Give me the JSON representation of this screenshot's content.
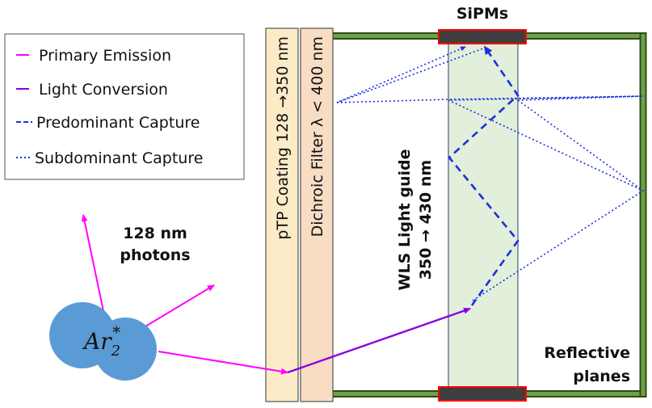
{
  "legend": {
    "items": [
      {
        "label": "Primary Emission",
        "color": "#ff00ff",
        "style": "solid"
      },
      {
        "label": "Light Conversion",
        "color": "#8a00e0",
        "style": "solid"
      },
      {
        "label": "Predominant Capture",
        "color": "#1b2fe0",
        "style": "dashed"
      },
      {
        "label": "Subdominant Capture",
        "color": "#1b2fe0",
        "style": "dotted"
      }
    ]
  },
  "labels": {
    "sipms": "SiPMs",
    "photons_line1": "128 nm",
    "photons_line2": "photons",
    "ptp_coating": "pTP Coating 128 →350 nm",
    "dichroic_filter": "Dichroic Filter λ < 400 nm",
    "wls_line1": "WLS Light guide",
    "wls_line2": "350 → 430 nm",
    "reflective_line1": "Reflective",
    "reflective_line2": "planes",
    "molecule_base": "Ar",
    "molecule_sub": "2",
    "molecule_sup": "*"
  },
  "colors": {
    "primary_emission": "#ff00ff",
    "light_conversion": "#8a00e0",
    "capture": "#1b2fe0",
    "molecule": "#5b9bd5",
    "ptp_fill": "#fdebc8",
    "dichroic_fill": "#f8dcc4",
    "wls_fill": "#e2efda",
    "reflector": "#70a147",
    "sipm_fill": "#3f3f3f",
    "sipm_border": "#ff0000"
  }
}
